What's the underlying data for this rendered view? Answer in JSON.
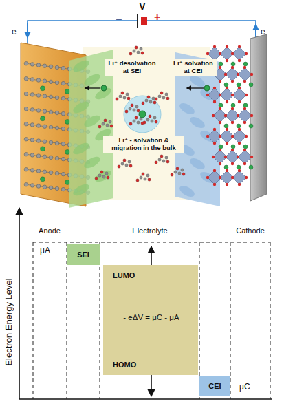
{
  "diagram": {
    "nodes": [
      {
        "text": [
          "SEI"
        ]
      },
      {
        "text": [
          "LUMO",
          "HOMO"
        ]
      },
      {
        "text": [
          "CEI"
        ]
      }
    ],
    "labels": [
      "−",
      "V",
      "+",
      "e⁻",
      "e⁻",
      "Li⁺ desolvation at SEI",
      "Li⁺ solvation at CEI",
      "Li⁺ - solvation & migration in the bulk",
      "Anode",
      "Electrolyte",
      "Cathode",
      "μA",
      "- eΔV = μC - μA",
      "μC",
      "Electron Energy Level"
    ]
  }
}
